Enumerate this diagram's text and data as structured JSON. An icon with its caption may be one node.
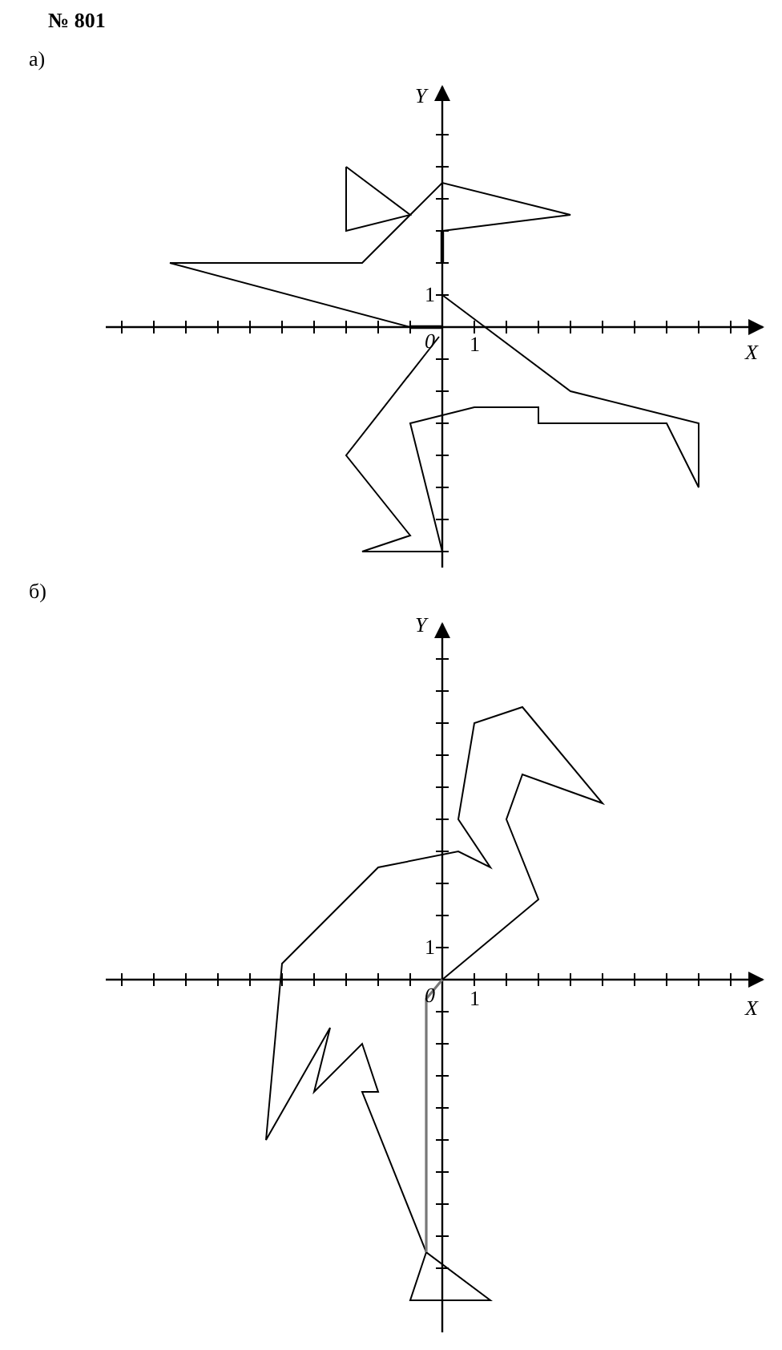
{
  "diagram": {
    "title": "№ 801",
    "labels": [
      "а)",
      "Y",
      "1",
      "0",
      "1",
      "X",
      "б)",
      "Y",
      "1",
      "0",
      "1",
      "X"
    ]
  }
}
